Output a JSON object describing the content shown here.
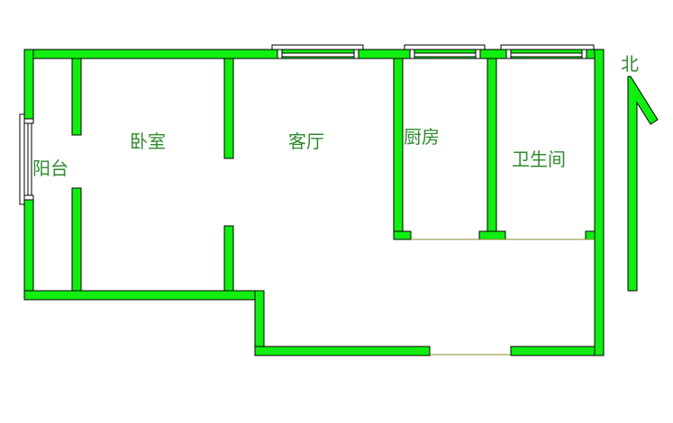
{
  "rooms": {
    "bedroom": "卧室",
    "living_room": "客厅",
    "kitchen": "厨房",
    "bathroom": "卫生间",
    "balcony": "阳台"
  },
  "compass": {
    "north_label": "北"
  },
  "colors": {
    "wall": "#11ee11",
    "label": "#2f8a2f"
  }
}
